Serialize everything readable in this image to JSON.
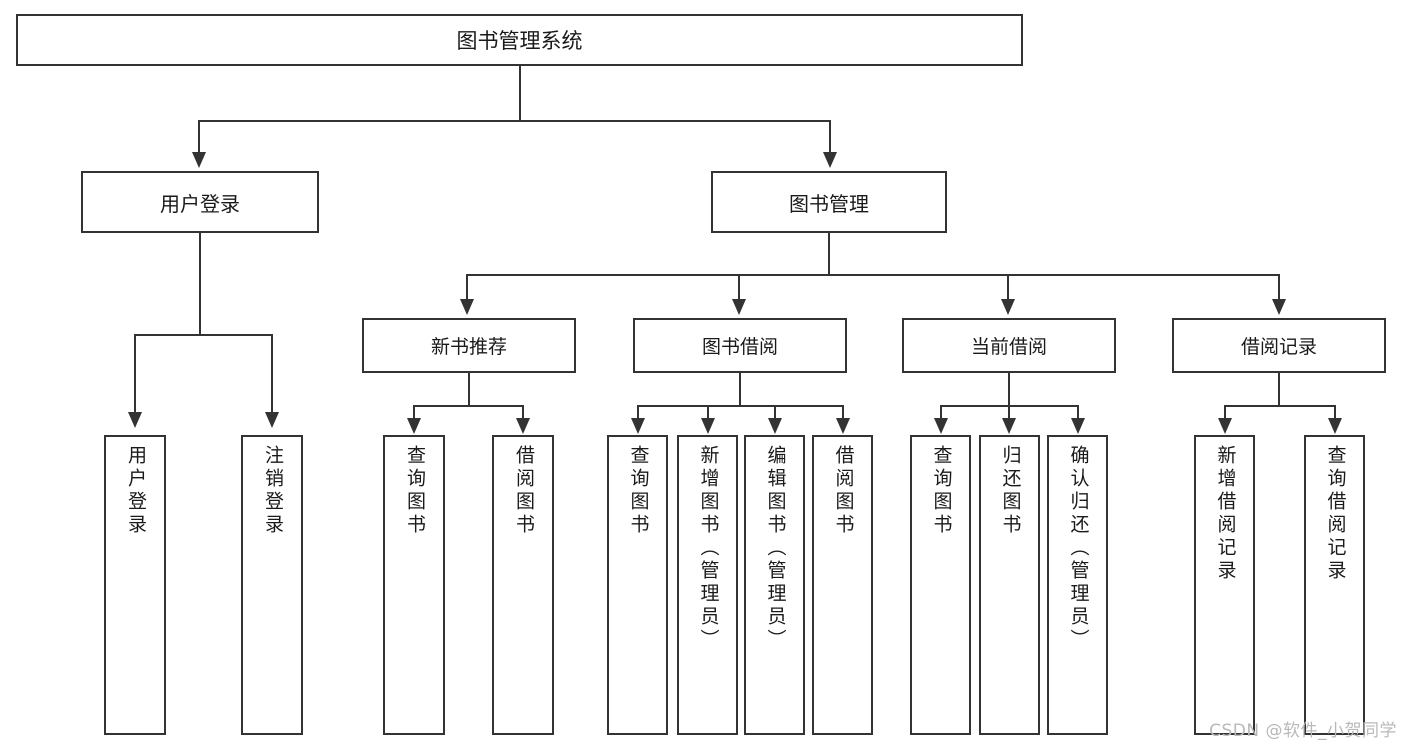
{
  "diagram": {
    "title": "图书管理系统",
    "watermark": "CSDN @软件_小贺同学",
    "root": {
      "label": "图书管理系统"
    },
    "level2": [
      {
        "label": "用户登录"
      },
      {
        "label": "图书管理"
      }
    ],
    "level3": [
      {
        "label": "新书推荐"
      },
      {
        "label": "图书借阅"
      },
      {
        "label": "当前借阅"
      },
      {
        "label": "借阅记录"
      }
    ],
    "leaves": {
      "user_login": [
        {
          "label": "用户登录"
        },
        {
          "label": "注销登录"
        }
      ],
      "new_book_recommend": [
        {
          "label": "查询图书"
        },
        {
          "label": "借阅图书"
        }
      ],
      "book_borrow": [
        {
          "label": "查询图书"
        },
        {
          "label": "新增图书（管理员）"
        },
        {
          "label": "编辑图书（管理员）"
        },
        {
          "label": "借阅图书"
        }
      ],
      "current_borrow": [
        {
          "label": "查询图书"
        },
        {
          "label": "归还图书"
        },
        {
          "label": "确认归还（管理员）"
        }
      ],
      "borrow_record": [
        {
          "label": "新增借阅记录"
        },
        {
          "label": "查询借阅记录"
        }
      ]
    },
    "colors": {
      "line": "#333333",
      "box_fill": "#ffffff",
      "text": "#1a1a1a",
      "watermark": "#b9b9b9"
    }
  }
}
